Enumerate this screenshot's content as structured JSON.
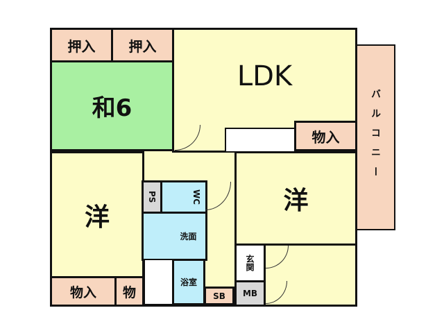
{
  "rooms": {
    "closet_1": "押入",
    "closet_2": "押入",
    "washitsu": "和6",
    "ldk": "LDK",
    "storage_ldk": "物入",
    "balcony": "バルコニー",
    "western_left": "洋",
    "western_right": "洋",
    "ps": "PS",
    "wc": "WC",
    "washroom": "洗面",
    "bath": "浴室",
    "storage_left": "物入",
    "storage_small": "物",
    "entrance": "玄関",
    "sb": "SB",
    "mb": "MB"
  },
  "colors": {
    "western": "#fdfcc8",
    "tatami": "#a9f0a2",
    "storage": "#f8d6bf",
    "wet": "#bfeefa"
  }
}
